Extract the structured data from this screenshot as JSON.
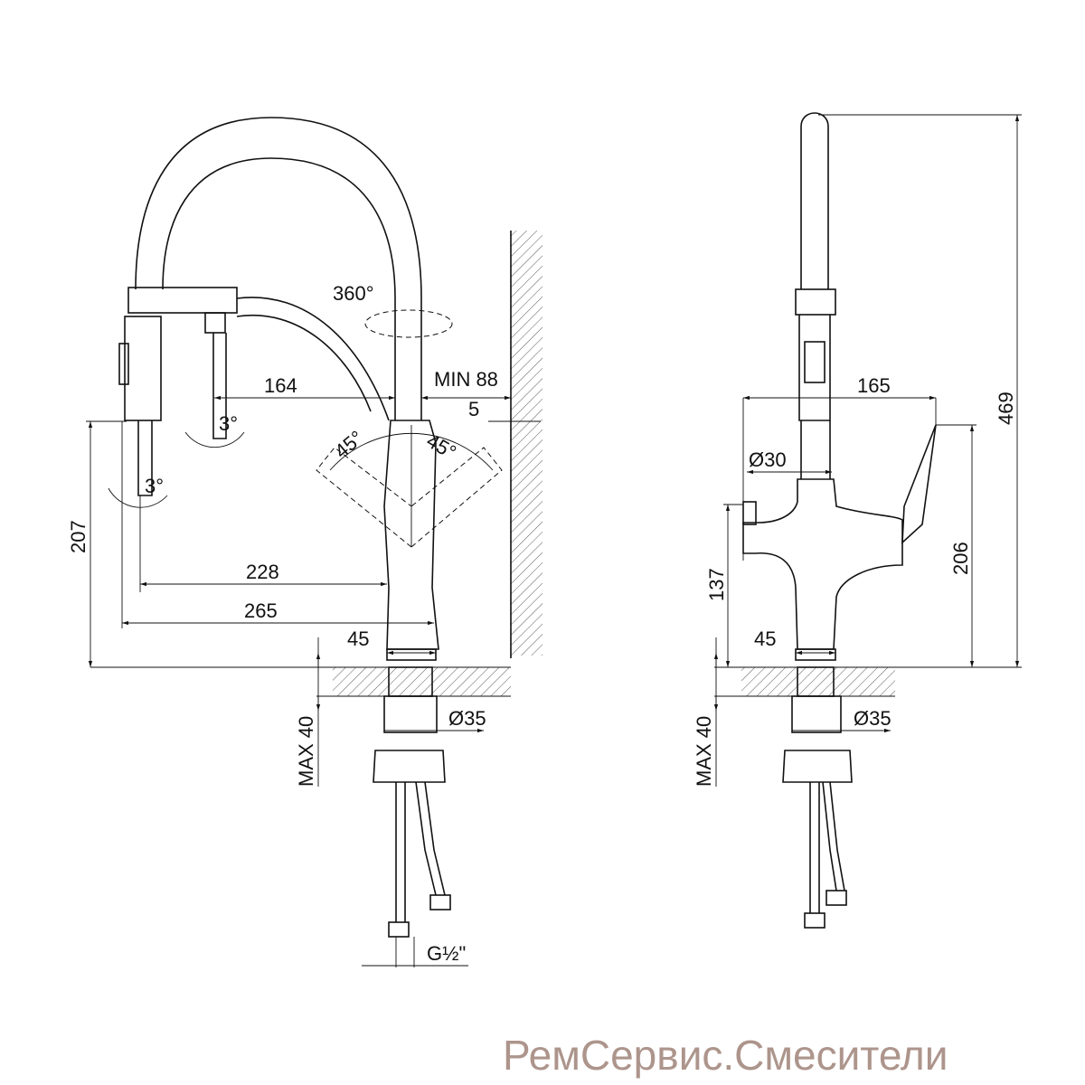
{
  "side_view": {
    "rotation": "360°",
    "reach_spout": "164",
    "wall_min": "MIN 88",
    "wall_gap": "5",
    "lever_angle_left": "45°",
    "lever_angle_right": "45°",
    "tilt_angle_1": "3°",
    "tilt_angle_2": "3°",
    "height_outlet": "207",
    "reach_228": "228",
    "reach_265": "265",
    "base_width": "45",
    "max_thickness": "MAX 40",
    "shank_diameter": "Ø35",
    "connection": "G½\""
  },
  "front_view": {
    "width": "165",
    "spout_diameter": "Ø30",
    "total_height": "469",
    "height_137": "137",
    "height_206": "206",
    "base_width": "45",
    "max_thickness": "MAX 40",
    "shank_diameter": "Ø35"
  },
  "watermark": "РемСервис.Смесители",
  "colors": {
    "line": "#111111",
    "watermark": "#ad958c"
  }
}
